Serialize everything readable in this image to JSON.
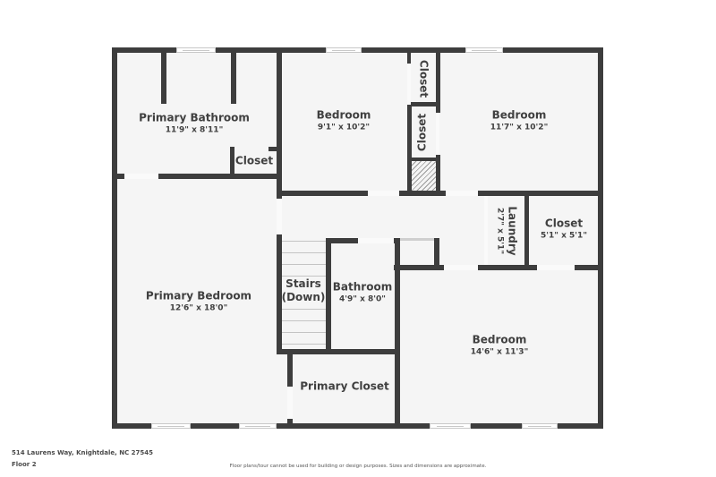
{
  "plan": {
    "address": "514 Laurens Way, Knightdale, NC 27545",
    "floor": "Floor 2",
    "disclaimer": "Floor plans/tour cannot be used for building or design purposes. Sizes and dimensions are approximate."
  },
  "rooms": {
    "primary_bathroom": {
      "name": "Primary Bathroom",
      "dim": "11'9\" x 8'11\""
    },
    "closet_pb": {
      "name": "Closet"
    },
    "bedroom_1": {
      "name": "Bedroom",
      "dim": "9'1\" x 10'2\""
    },
    "closet_top": {
      "name": "Closet"
    },
    "closet_mid": {
      "name": "Closet"
    },
    "bedroom_2": {
      "name": "Bedroom",
      "dim": "11'7\" x 10'2\""
    },
    "laundry": {
      "name": "Laundry",
      "dim": "2'7\" x 5'1\""
    },
    "closet_right": {
      "name": "Closet",
      "dim": "5'1\" x 5'1\""
    },
    "stairs": {
      "name": "Stairs",
      "sub": "(Down)"
    },
    "bathroom": {
      "name": "Bathroom",
      "dim": "4'9\" x 8'0\""
    },
    "primary_bedroom": {
      "name": "Primary Bedroom",
      "dim": "12'6\" x 18'0\""
    },
    "primary_closet": {
      "name": "Primary Closet"
    },
    "bedroom_3": {
      "name": "Bedroom",
      "dim": "14'6\" x 11'3\""
    }
  },
  "colors": {
    "wall": "#3d3d3d",
    "floor": "#f5f5f5",
    "text": "#404040"
  }
}
